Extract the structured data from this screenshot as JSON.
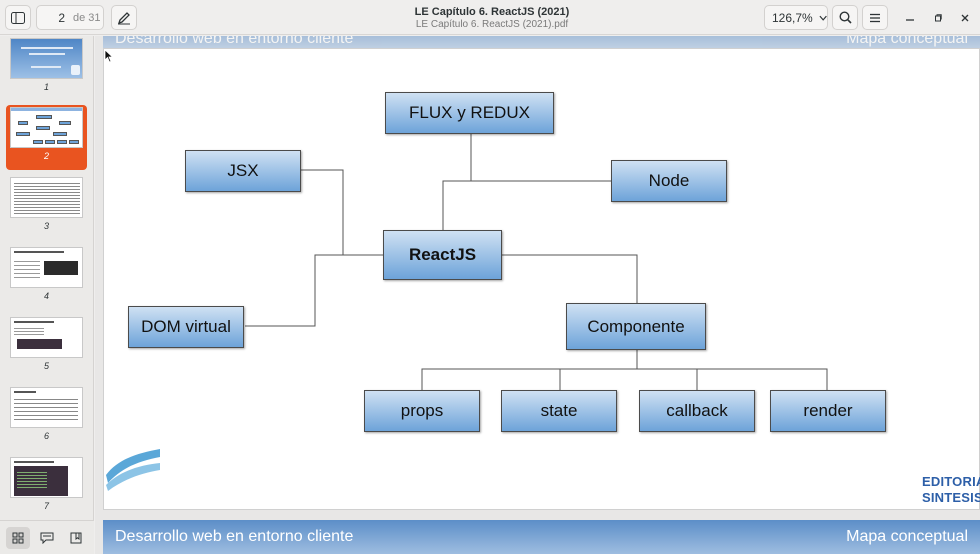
{
  "header": {
    "title": "LE Capítulo 6. ReactJS (2021)",
    "subtitle": "LE Capítulo 6. ReactJS (2021).pdf",
    "page_current": "2",
    "page_total": "de 31",
    "zoom": "126,7%",
    "icons": {
      "sidebar": "sidebar-toggle-icon",
      "annotate": "pen-icon",
      "search": "search-icon",
      "menu": "hamburger-menu-icon",
      "minimize": "minimize-icon",
      "restore": "restore-icon",
      "close": "close-icon"
    }
  },
  "sidebar": {
    "thumbnails": [
      {
        "label": "1",
        "selected": false
      },
      {
        "label": "2",
        "selected": true
      },
      {
        "label": "3",
        "selected": false
      },
      {
        "label": "4",
        "selected": false
      },
      {
        "label": "5",
        "selected": false
      },
      {
        "label": "6",
        "selected": false
      },
      {
        "label": "7",
        "selected": false
      }
    ],
    "footer_icons": [
      "thumbnails-icon",
      "annotations-icon",
      "bookmarks-icon"
    ]
  },
  "document": {
    "band_left": "Desarrollo web en entorno cliente",
    "band_right": "Mapa conceptual",
    "nodes": {
      "flux": "FLUX y REDUX",
      "jsx": "JSX",
      "node": "Node",
      "reactjs": "ReactJS",
      "dom": "DOM virtual",
      "componente": "Componente",
      "props": "props",
      "state": "state",
      "callback": "callback",
      "render": "render"
    },
    "logo_line1": "EDITORIAL",
    "logo_line2": "SINTESIS"
  },
  "colors": {
    "accent": "#e95420",
    "band": "#6e9bd0",
    "node_top": "#cfe1f3",
    "node_bottom": "#6da3d9"
  }
}
